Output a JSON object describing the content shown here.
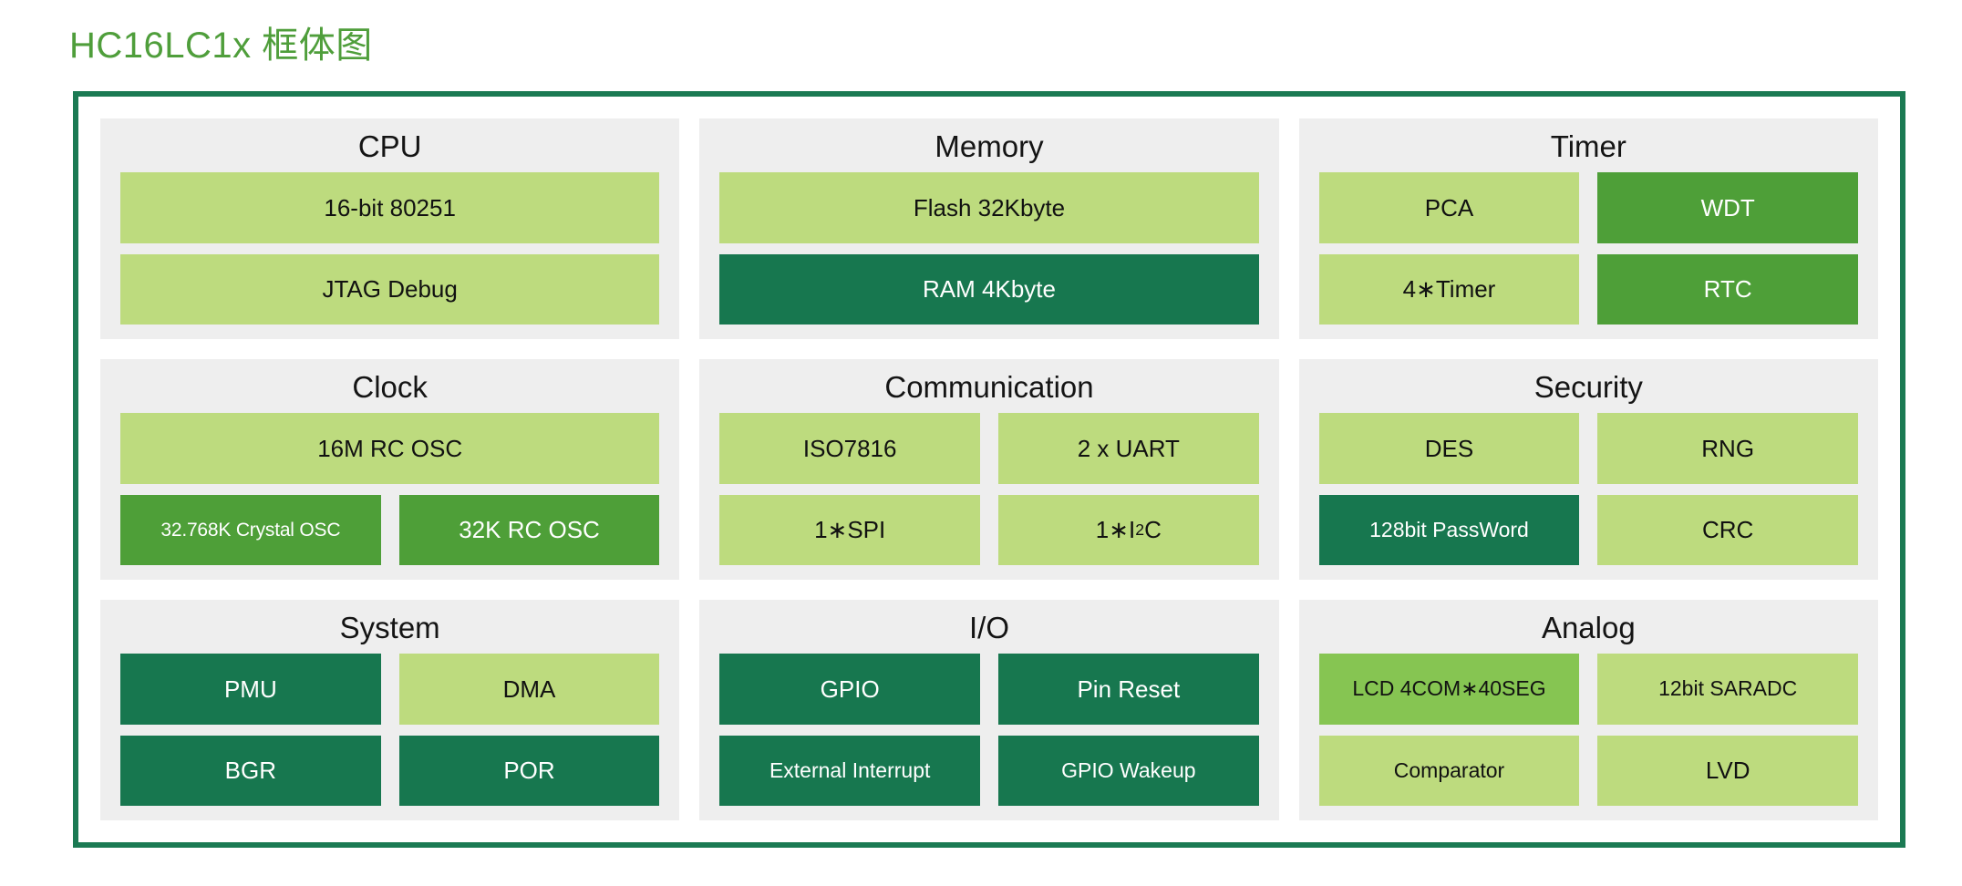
{
  "page": {
    "title": "HC16LC1x 框体图",
    "title_color": "#4f9e3b",
    "frame_border_color": "#1b7a53",
    "panel_bg": "#eeeeee",
    "background": "#ffffff"
  },
  "legend_colors": {
    "light_green": "#bddb7e",
    "mid_green": "#86c552",
    "green": "#4e9f38",
    "dark_green": "#17774f"
  },
  "panels": [
    {
      "id": "cpu",
      "title": "CPU",
      "rows": [
        [
          {
            "label": "16-bit 80251",
            "tone": "light"
          }
        ],
        [
          {
            "label": "JTAG Debug",
            "tone": "light"
          }
        ]
      ]
    },
    {
      "id": "memory",
      "title": "Memory",
      "rows": [
        [
          {
            "label": "Flash 32Kbyte",
            "tone": "light"
          }
        ],
        [
          {
            "label": "RAM 4Kbyte",
            "tone": "dark"
          }
        ]
      ]
    },
    {
      "id": "timer",
      "title": "Timer",
      "rows": [
        [
          {
            "label": "PCA",
            "tone": "light"
          },
          {
            "label": "WDT",
            "tone": "green"
          }
        ],
        [
          {
            "label": "4∗Timer",
            "tone": "light"
          },
          {
            "label": "RTC",
            "tone": "green"
          }
        ]
      ]
    },
    {
      "id": "clock",
      "title": "Clock",
      "rows": [
        [
          {
            "label": "16M RC OSC",
            "tone": "light"
          }
        ],
        [
          {
            "label": "32.768K Crystal OSC",
            "tone": "green",
            "size": "shrink2"
          },
          {
            "label": "32K RC OSC",
            "tone": "green"
          }
        ]
      ]
    },
    {
      "id": "communication",
      "title": "Communication",
      "rows": [
        [
          {
            "label": "ISO7816",
            "tone": "light"
          },
          {
            "label": "2 x UART",
            "tone": "light"
          }
        ],
        [
          {
            "label": "1∗SPI",
            "tone": "light"
          },
          {
            "label": "1∗I2C",
            "tone": "light",
            "superscript": {
              "base": "1∗I",
              "sup": "2",
              "tail": "C"
            }
          }
        ]
      ]
    },
    {
      "id": "security",
      "title": "Security",
      "rows": [
        [
          {
            "label": "DES",
            "tone": "light"
          },
          {
            "label": "RNG",
            "tone": "light"
          }
        ],
        [
          {
            "label": "128bit PassWord",
            "tone": "dark",
            "size": "shrink"
          },
          {
            "label": "CRC",
            "tone": "light"
          }
        ]
      ]
    },
    {
      "id": "system",
      "title": "System",
      "rows": [
        [
          {
            "label": "PMU",
            "tone": "dark"
          },
          {
            "label": "DMA",
            "tone": "light"
          }
        ],
        [
          {
            "label": "BGR",
            "tone": "dark"
          },
          {
            "label": "POR",
            "tone": "dark"
          }
        ]
      ]
    },
    {
      "id": "io",
      "title": "I/O",
      "rows": [
        [
          {
            "label": "GPIO",
            "tone": "dark"
          },
          {
            "label": "Pin Reset",
            "tone": "dark"
          }
        ],
        [
          {
            "label": "External Interrupt",
            "tone": "dark",
            "size": "shrink"
          },
          {
            "label": "GPIO Wakeup",
            "tone": "dark",
            "size": "shrink"
          }
        ]
      ]
    },
    {
      "id": "analog",
      "title": "Analog",
      "rows": [
        [
          {
            "label": "LCD 4COM∗40SEG",
            "tone": "mid",
            "size": "shrink"
          },
          {
            "label": "12bit SARADC",
            "tone": "light",
            "size": "shrink"
          }
        ],
        [
          {
            "label": "Comparator",
            "tone": "light",
            "size": "shrink"
          },
          {
            "label": "LVD",
            "tone": "light"
          }
        ]
      ]
    }
  ]
}
